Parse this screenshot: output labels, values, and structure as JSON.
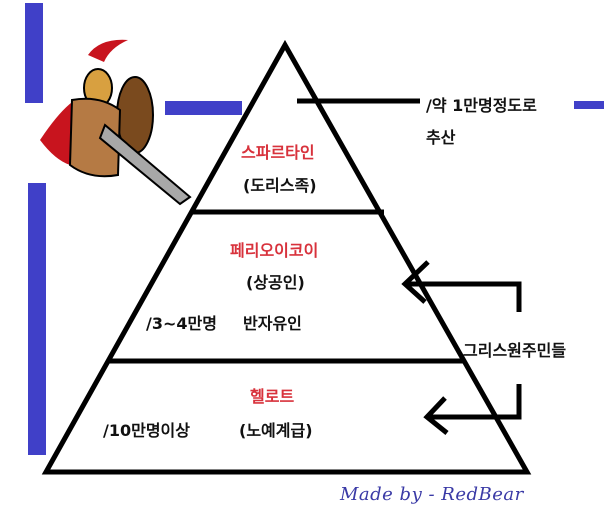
{
  "colors": {
    "accent_blue": "#4040c8",
    "title_red": "#d8323c",
    "line_black": "#000000",
    "signature_blue": "#3a3aa6"
  },
  "pyramid": {
    "top": {
      "title": "스파르타인",
      "subtitle": "(도리스족)",
      "note_line1": "/약 1만명정도로",
      "note_line2": "추산"
    },
    "middle": {
      "title": "페리오이코이",
      "subtitle": "(상공인)",
      "count": "/3~4만명",
      "status": "반자유인"
    },
    "bottom": {
      "title": "헬로트",
      "count": "/10만명이상",
      "subtitle": "(노예계급)"
    }
  },
  "side_label": "그리스원주민들",
  "illustration": "spartan-warrior-icon",
  "signature": "Made by - RedBear"
}
